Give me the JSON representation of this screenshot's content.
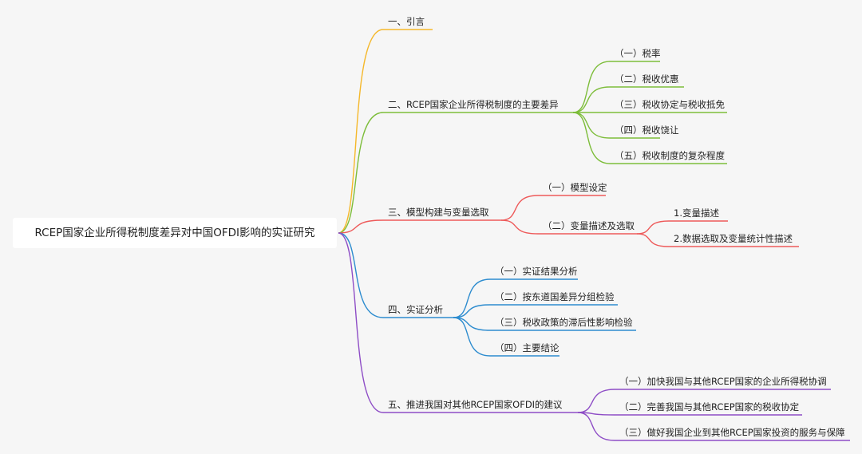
{
  "root": {
    "label": "RCEP国家企业所得税制度差异对中国OFDI影响的实证研究"
  },
  "branches": [
    {
      "label": "一、引言",
      "color": "#f5b82a",
      "children": []
    },
    {
      "label": "二、RCEP国家企业所得税制度的主要差异",
      "color": "#7dbd3a",
      "children": [
        {
          "label": "（一）税率"
        },
        {
          "label": "（二）税收优惠"
        },
        {
          "label": "（三）税收协定与税收抵免"
        },
        {
          "label": "（四）税收饶让"
        },
        {
          "label": "（五）税收制度的复杂程度"
        }
      ]
    },
    {
      "label": "三、模型构建与变量选取",
      "color": "#ee5a5a",
      "children": [
        {
          "label": "（一）模型设定"
        },
        {
          "label": "（二）变量描述及选取",
          "children": [
            {
              "label": "1.变量描述"
            },
            {
              "label": "2.数据选取及变量统计性描述"
            }
          ]
        }
      ]
    },
    {
      "label": "四、实证分析",
      "color": "#2d8ccf",
      "children": [
        {
          "label": "（一）实证结果分析"
        },
        {
          "label": "（二）按东道国差异分组检验"
        },
        {
          "label": "（三）税收政策的滞后性影响检验"
        },
        {
          "label": "（四）主要结论"
        }
      ]
    },
    {
      "label": "五、推进我国对其他RCEP国家OFDI的建议",
      "color": "#8e4dc6",
      "children": [
        {
          "label": "（一）加快我国与其他RCEP国家的企业所得税协调"
        },
        {
          "label": "（二）完善我国与其他RCEP国家的税收协定"
        },
        {
          "label": "（三）做好我国企业到其他RCEP国家投资的服务与保障"
        }
      ]
    }
  ]
}
